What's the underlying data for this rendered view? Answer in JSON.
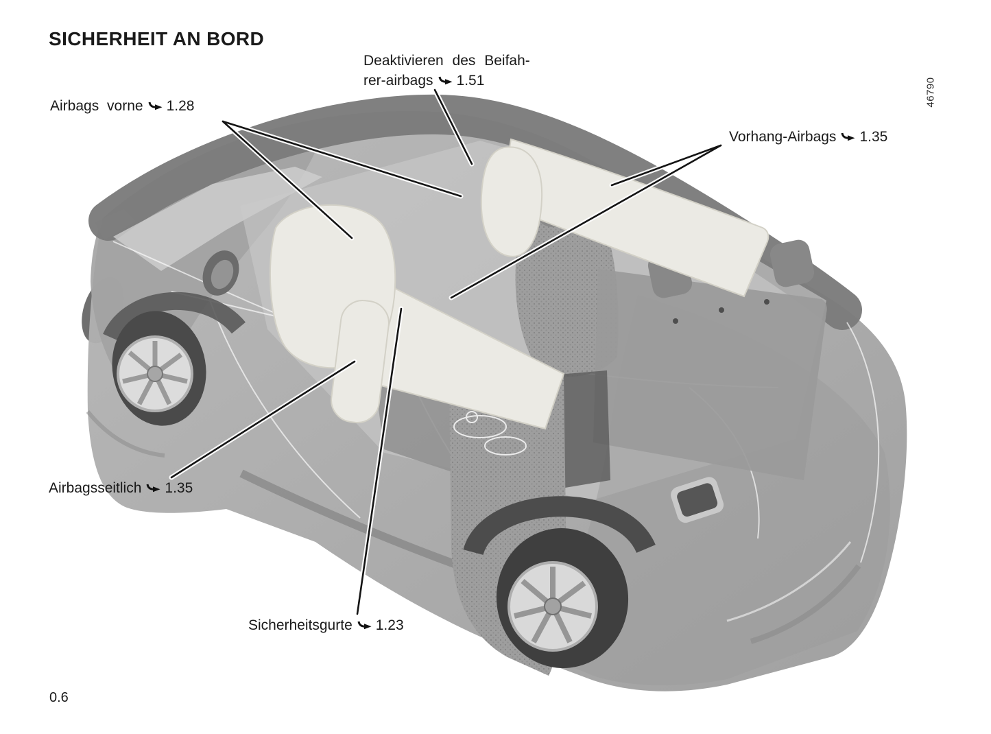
{
  "page": {
    "title": "SICHERHEIT AN BORD",
    "page_number": "0.6",
    "figure_code": "46790"
  },
  "labels": {
    "deactivate_passenger_airbag": {
      "line1": "Deaktivieren des Beifah-",
      "line2": "rer-airbags",
      "ref": "1.51"
    },
    "front_airbags": {
      "text": "Airbags vorne",
      "ref": "1.28"
    },
    "curtain_airbags": {
      "text": "Vorhang-Airbags",
      "ref": "1.35"
    },
    "side_airbags": {
      "text": "Airbagsseitlich",
      "ref": "1.35"
    },
    "seat_belts": {
      "text": "Sicherheitsgurte",
      "ref": "1.23"
    }
  },
  "icons": {
    "ref_arrow": "curved-right-reference-arrow"
  },
  "colors": {
    "text": "#1a1a1a",
    "background": "#ffffff",
    "car_body": "#a9a9a9",
    "roof_band": "#7b7b7b",
    "airbag_fill": "#ebeae4",
    "leader_line": "#141414"
  }
}
